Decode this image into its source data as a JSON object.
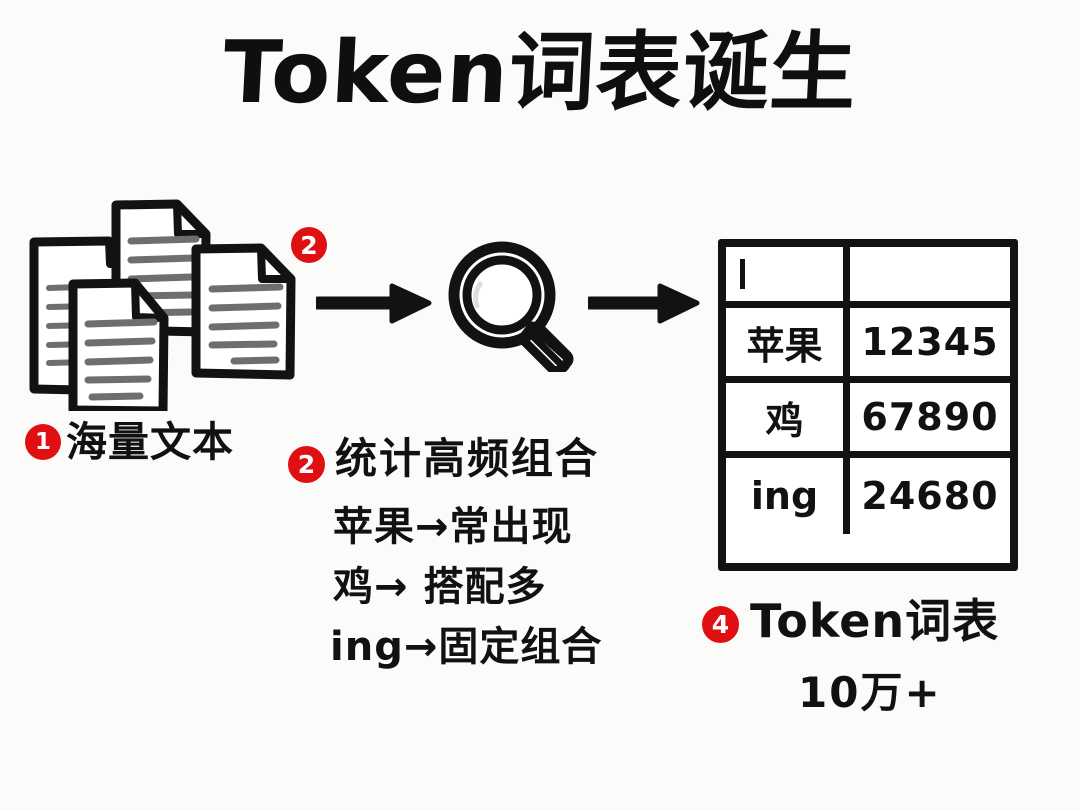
{
  "title": "Token词表诞生",
  "background_color": "#fbfbf9",
  "ink_color": "#121110",
  "accent_color": "#e00f12",
  "steps": {
    "source": {
      "badge": "1",
      "label": "海量文本",
      "icon": "documents-stack-icon",
      "document_count": 4
    },
    "scan": {
      "badge": "2",
      "icon": "magnifier-icon",
      "arrow_in": "arrow-right-icon",
      "arrow_out": "arrow-right-icon"
    },
    "statistics": {
      "badge": "2",
      "heading": "统计高频组合",
      "rules": [
        {
          "token": "苹果",
          "arrow": "→",
          "note": "常出现",
          "text": "苹果→常出现"
        },
        {
          "token": "鸡",
          "arrow": "→",
          "note": "搭配多",
          "text": "鸡→ 搭配多"
        },
        {
          "token": "ing",
          "arrow": "→",
          "note": "固定组合",
          "text": "ing→固定组合"
        }
      ]
    },
    "vocabulary": {
      "badge": "4",
      "caption": "Token词表",
      "scale": "10万+",
      "table": {
        "header": [
          "",
          ""
        ],
        "header_caret": "|",
        "rows": [
          {
            "token": "苹果",
            "count": "12345"
          },
          {
            "token": "鸡",
            "count": "67890"
          },
          {
            "token": "ing",
            "count": "24680"
          }
        ]
      }
    }
  }
}
